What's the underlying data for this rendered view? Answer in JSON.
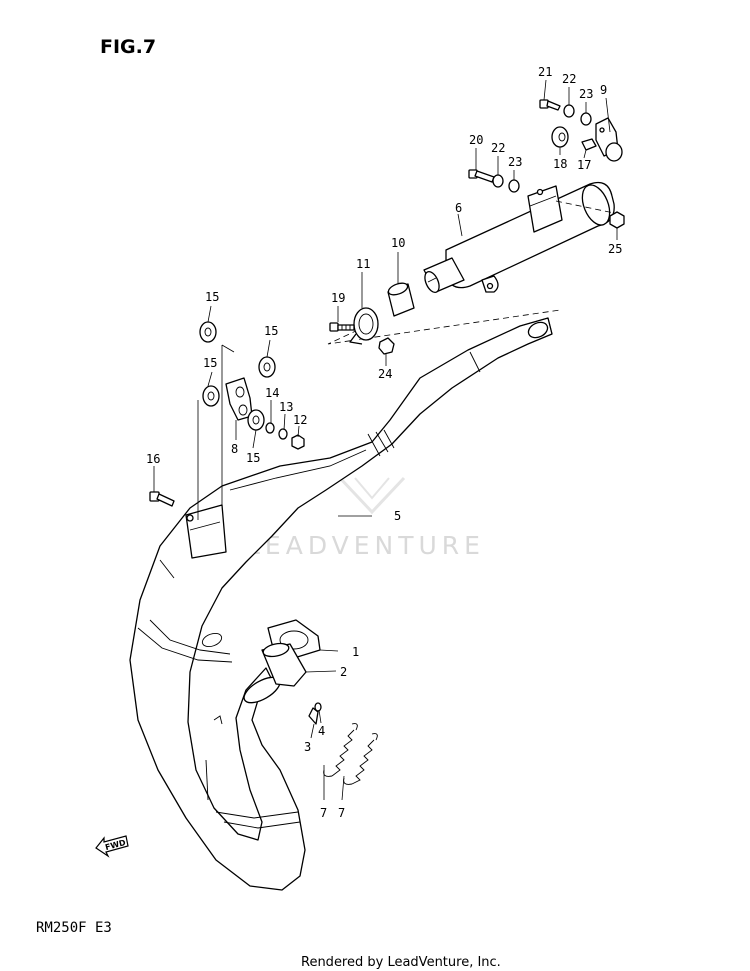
{
  "figure": {
    "title": "FIG.7",
    "model_code": "RM250F  E3"
  },
  "footer": {
    "rendered_by": "Rendered by LeadVenture, Inc."
  },
  "watermark": {
    "text": "LEADVENTURE"
  },
  "fwd_marker": {
    "text": "FWD"
  },
  "callouts": {
    "c1": "1",
    "c2": "2",
    "c3": "3",
    "c4": "4",
    "c5": "5",
    "c6": "6",
    "c7a": "7",
    "c7b": "7",
    "c8": "8",
    "c9": "9",
    "c10": "10",
    "c11": "11",
    "c12": "12",
    "c13": "13",
    "c14": "14",
    "c15a": "15",
    "c15b": "15",
    "c15c": "15",
    "c15d": "15",
    "c16": "16",
    "c17": "17",
    "c18": "18",
    "c19": "19",
    "c20": "20",
    "c21": "21",
    "c22a": "22",
    "c22b": "22",
    "c23a": "23",
    "c23b": "23",
    "c24": "24",
    "c25": "25"
  },
  "colors": {
    "line": "#000000",
    "watermark": "#d9d9d9",
    "background": "#ffffff"
  }
}
